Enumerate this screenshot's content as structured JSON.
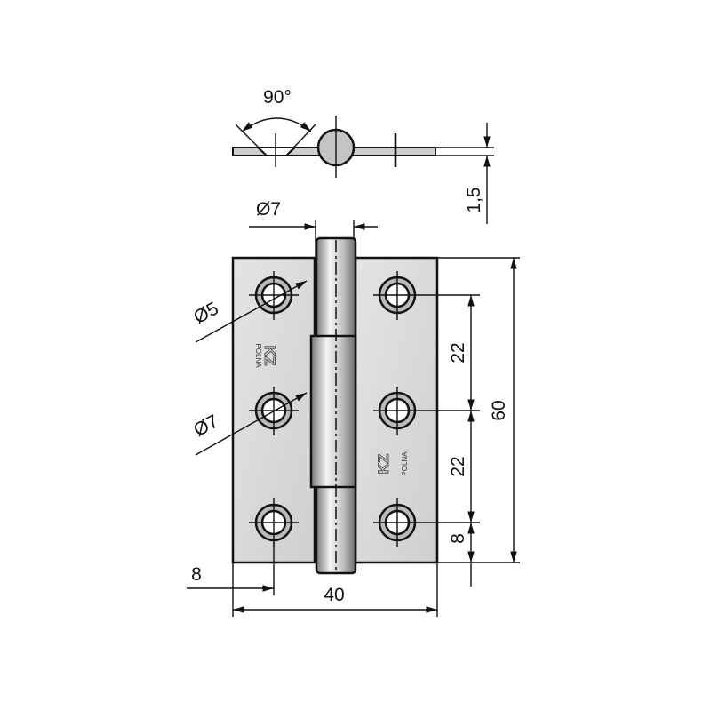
{
  "drawing": {
    "angle_label": "90°",
    "thickness_label": "1,5",
    "pin_diameter_label": "Ø7",
    "hole_diameter_label": "Ø5",
    "countersink_diameter_label": "Ø7",
    "height_label": "60",
    "hole_spacing_upper_label": "22",
    "hole_spacing_lower_label": "22",
    "hole_edge_vertical_label": "8",
    "hole_edge_horizontal_label": "8",
    "width_label": "40",
    "logo_text": "KZ POLNA"
  },
  "colors": {
    "leaf": "#d9d9d9",
    "line": "#111111"
  }
}
